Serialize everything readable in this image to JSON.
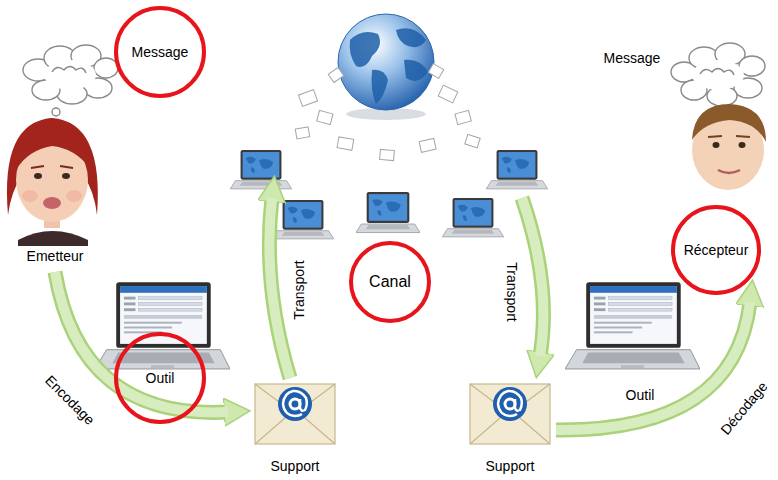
{
  "diagram": {
    "nodes": [
      {
        "text": [
          "Message"
        ]
      },
      {
        "text": [
          "Récepteur"
        ]
      },
      {
        "text": [
          "Canal"
        ]
      },
      {
        "text": [
          "Outil"
        ]
      }
    ],
    "labels": [
      "Message",
      "Emetteur",
      "Transport",
      "Transport",
      "Outil",
      "Encodage",
      "Décodage",
      "Support",
      "Support"
    ]
  }
}
